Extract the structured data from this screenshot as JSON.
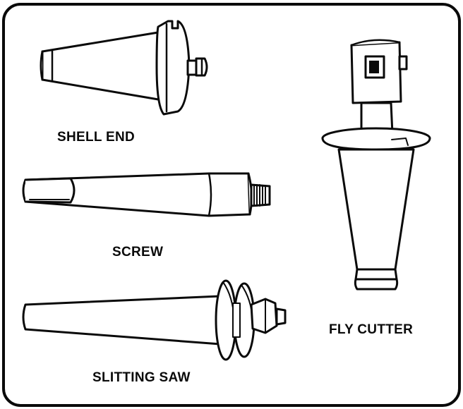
{
  "labels": {
    "shell_end": "SHELL END",
    "screw": "SCREW",
    "slitting_saw": "SLITTING SAW",
    "fly_cutter": "FLY CUTTER"
  },
  "colors": {
    "ink": "#0a0a0a",
    "paper": "#ffffff"
  }
}
